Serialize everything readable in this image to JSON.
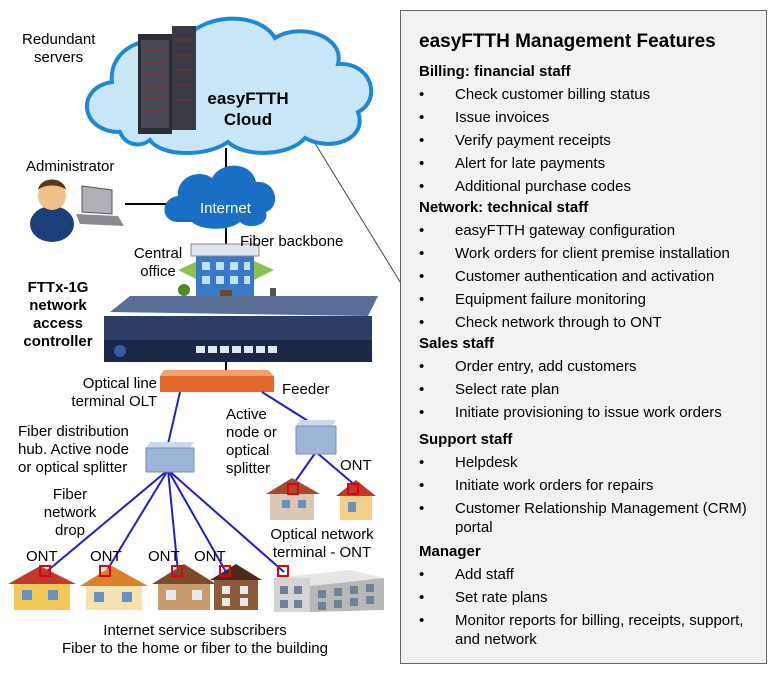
{
  "labels": {
    "redundant_servers": [
      "Redundant",
      "servers"
    ],
    "cloud": [
      "easyFTTH",
      "Cloud"
    ],
    "administrator": "Administrator",
    "internet": "Internet",
    "fiber_backbone": "Fiber backbone",
    "central_office": [
      "Central",
      "office"
    ],
    "controller": [
      "FTTx-1G",
      "network",
      "access",
      "controller"
    ],
    "olt": [
      "Optical line",
      "terminal OLT"
    ],
    "feeder": "Feeder",
    "active_node": [
      "Active",
      "node or",
      "optical",
      "splitter"
    ],
    "distribution_hub": [
      "Fiber distribution",
      "hub. Active node",
      "or optical splitter"
    ],
    "network_drop": [
      "Fiber",
      "network",
      "drop"
    ],
    "ont_terminal": [
      "Optical network",
      "terminal - ONT"
    ],
    "ont": "ONT",
    "subscribers": [
      "Internet service subscribers",
      "Fiber to the home or fiber to the building"
    ]
  },
  "panel": {
    "title": "easyFTTH Management Features",
    "bullet": "•",
    "sections": [
      {
        "heading": "Billing: financial staff",
        "items": [
          "Check customer billing status",
          "Issue invoices",
          "Verify payment receipts",
          "Alert for late payments",
          "Additional purchase codes"
        ]
      },
      {
        "heading": "Network: technical staff",
        "items": [
          "easyFTTH gateway configuration",
          "Work orders for client premise installation",
          "Customer authentication and activation",
          "Equipment failure monitoring",
          "Check network through to ONT"
        ]
      },
      {
        "heading": "Sales staff",
        "items": [
          "Order entry, add customers",
          "Select rate plan",
          "Initiate provisioning to issue work orders"
        ]
      },
      {
        "heading": "Support staff",
        "items": [
          "Helpdesk",
          "Initiate work orders for repairs",
          "Customer Relationship Management (CRM) portal"
        ]
      },
      {
        "heading": "Manager",
        "items": [
          "Add staff",
          "Set rate plans",
          "Monitor reports for billing, receipts, support, and network"
        ]
      }
    ]
  },
  "colors": {
    "cloud_fill": "#c9e6f7",
    "cloud_stroke": "#1e88d6",
    "fiber_blue": "#1f1fcc",
    "olt_orange": "#e2692b",
    "splitter": "#9db5d6",
    "ont_red": "#e0000f"
  },
  "icons": [
    "server-rack-icon",
    "administrator-icon",
    "laptop-icon",
    "internet-cloud-icon",
    "central-office-building-icon",
    "controller-appliance-icon",
    "olt-box-icon",
    "splitter-icon",
    "house-icon",
    "apartment-building-icon"
  ]
}
